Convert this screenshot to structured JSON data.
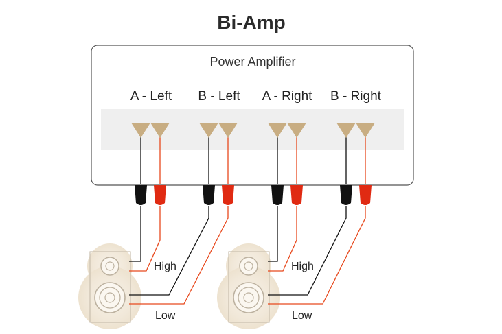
{
  "title": "Bi-Amp",
  "amplifier": {
    "label": "Power Amplifier",
    "channels": [
      {
        "label": "A - Left"
      },
      {
        "label": "B - Left"
      },
      {
        "label": "A - Right"
      },
      {
        "label": "B - Right"
      }
    ]
  },
  "speakers": [
    {
      "high_label": "High",
      "low_label": "Low"
    },
    {
      "high_label": "High",
      "low_label": "Low"
    }
  ],
  "colors": {
    "background": "#ffffff",
    "amp_border": "#555555",
    "terminal_strip": "#efefef",
    "terminal": "#c8ad82",
    "negative_wire": "#111111",
    "positive_wire": "#e8491d",
    "speaker_glow": "#f1e8d9"
  }
}
